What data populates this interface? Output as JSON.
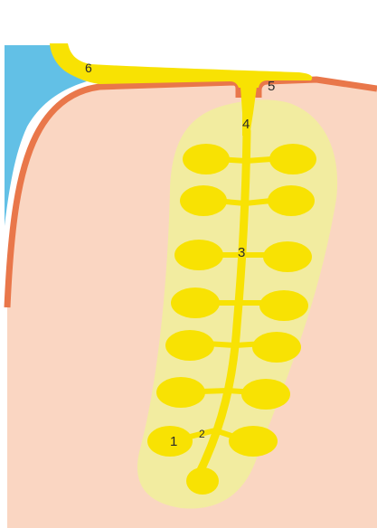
{
  "labels": {
    "n1": "1",
    "n2": "2",
    "n3": "3",
    "n4": "4",
    "n5": "5",
    "n6": "6"
  },
  "colors": {
    "background": "#ffffff",
    "tissue": "#fad6c2",
    "surface_layer": "#e9774a",
    "outer_region": "#62c0e6",
    "gland_envelope": "#f2eca0",
    "secretion": "#f8e203",
    "label_text": "#2b2b2b"
  }
}
